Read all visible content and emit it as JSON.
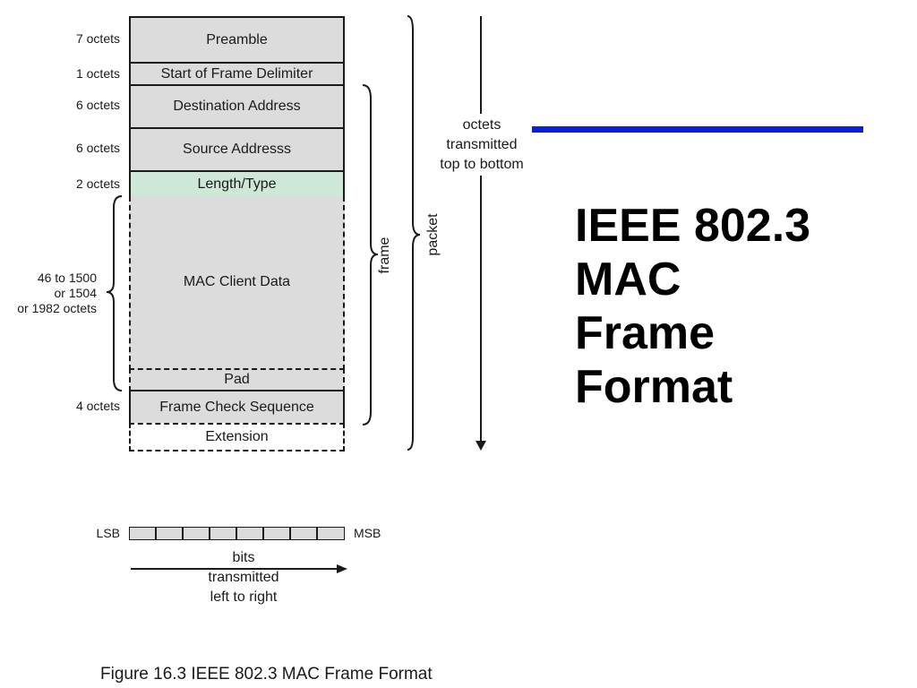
{
  "fields": {
    "preamble": "Preamble",
    "sfd": "Start of Frame Delimiter",
    "dest": "Destination Address",
    "src": "Source Addresss",
    "lentype": "Length/Type",
    "mac": "MAC Client Data",
    "pad": "Pad",
    "fcs": "Frame Check Sequence",
    "ext": "Extension"
  },
  "octet_labels": {
    "preamble": "7 octets",
    "sfd": "1 octets",
    "dest": "6 octets",
    "src": "6 octets",
    "lentype": "2 octets",
    "mac_1": "46 to 1500",
    "mac_2": "or 1504",
    "mac_3": "or 1982 octets",
    "fcs": "4 octets"
  },
  "brace_labels": {
    "frame": "frame",
    "packet": "packet"
  },
  "order_note": {
    "line1": "octets",
    "line2": "transmitted",
    "line3": "top to bottom"
  },
  "bits": {
    "lsb": "LSB",
    "msb": "MSB",
    "line1": "bits",
    "line2": "transmitted",
    "line3": "left to right"
  },
  "title": {
    "line1": "IEEE 802.3",
    "line2": "MAC",
    "line3": "Frame",
    "line4": "Format"
  },
  "caption": "Figure 16.3  IEEE 802.3 MAC Frame Format",
  "colors": {
    "field_fill": "#dcdcdc",
    "length_type_fill": "#cde8d6",
    "accent_bar": "#0a1fd6"
  }
}
